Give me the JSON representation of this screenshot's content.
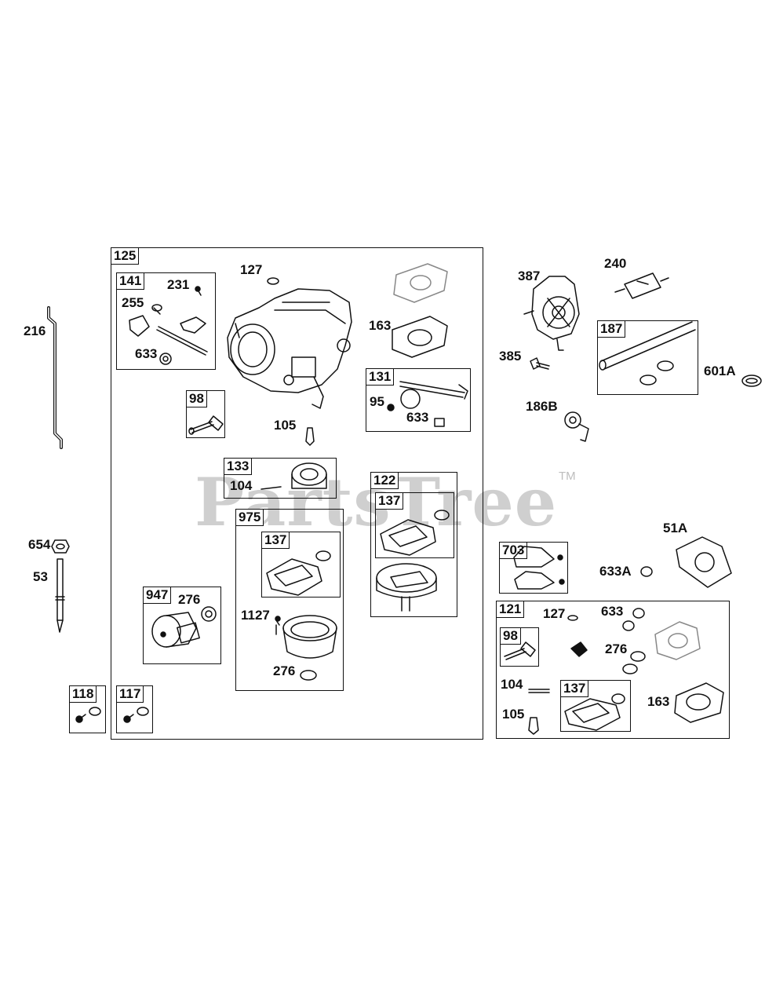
{
  "watermark": {
    "text": "PartsTree",
    "trademark": "TM"
  },
  "assemblies": {
    "a125": "125",
    "a141": "141",
    "a98": "98",
    "a133": "133",
    "a975": "975",
    "a137_in975": "137",
    "a947": "947",
    "a122": "122",
    "a137_in122": "137",
    "a131": "131",
    "a117": "117",
    "a118": "118",
    "a187": "187",
    "a703": "703",
    "a121": "121",
    "a98_in121": "98",
    "a137_in121": "137"
  },
  "callouts": {
    "c127_top": "127",
    "c231": "231",
    "c255": "255",
    "c633_141": "633",
    "c163_top": "163",
    "c95": "95",
    "c633_131": "633",
    "c105_mid": "105",
    "c104_133": "104",
    "c276_947": "276",
    "c1127": "1127",
    "c276_975": "276",
    "c216": "216",
    "c654": "654",
    "c53": "53",
    "c387": "387",
    "c240": "240",
    "c385": "385",
    "c601A": "601A",
    "c186B": "186B",
    "c51A": "51A",
    "c633A": "633A",
    "c127_121": "127",
    "c633_121": "633",
    "c276_121": "276",
    "c104_121": "104",
    "c105_121": "105",
    "c163_121": "163"
  }
}
